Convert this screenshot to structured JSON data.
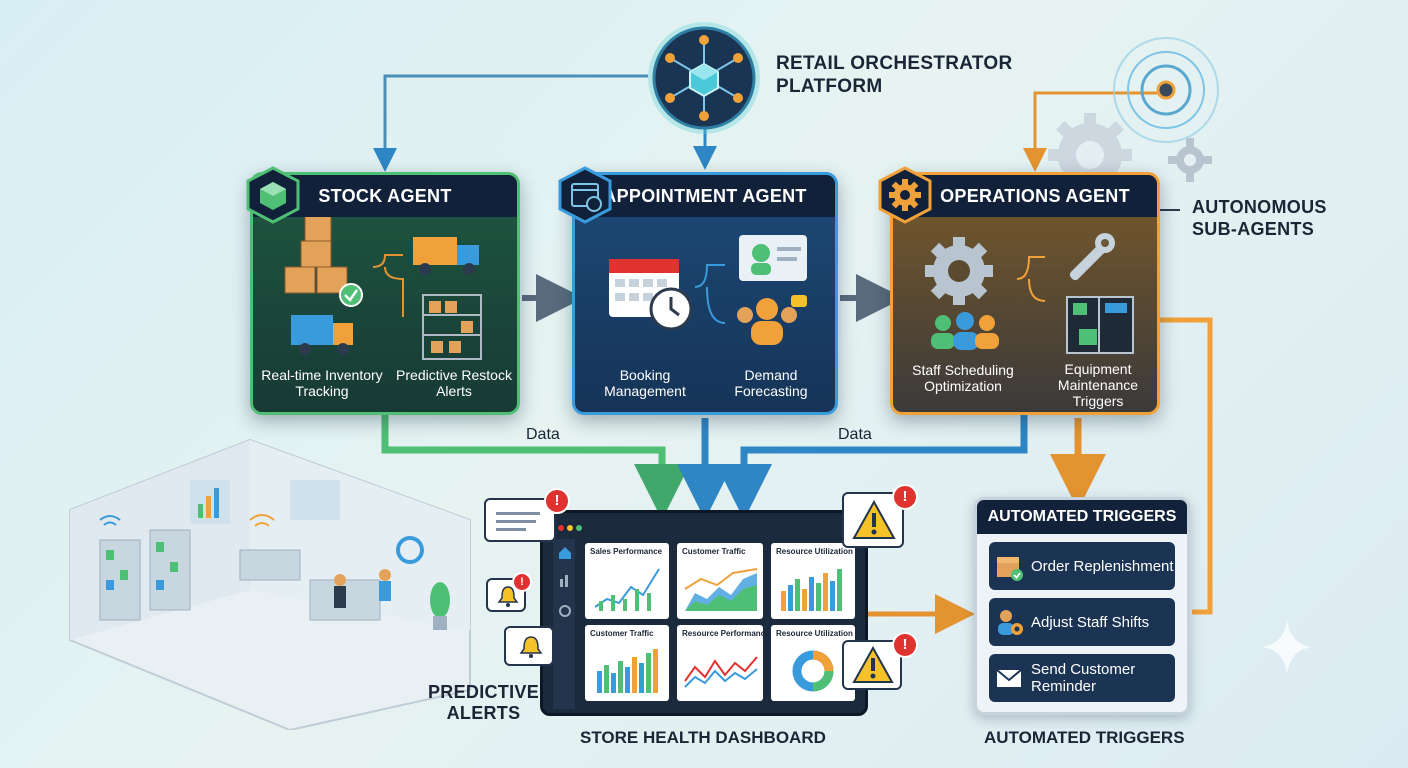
{
  "orchestrator": {
    "title_line1": "RETAIL ORCHESTRATOR",
    "title_line2": "PLATFORM"
  },
  "sub_agents_label": {
    "line1": "AUTONOMOUS",
    "line2": "SUB-AGENTS"
  },
  "agents": {
    "stock": {
      "title": "STOCK AGENT",
      "cap1": "Real-time Inventory Tracking",
      "cap2": "Predictive Restock Alerts",
      "color": "#4fbf75"
    },
    "appointment": {
      "title": "APPOINTMENT AGENT",
      "cap1": "Booking Management",
      "cap2": "Demand Forecasting",
      "color": "#3a9bdc"
    },
    "operations": {
      "title": "OPERATIONS AGENT",
      "cap1": "Staff Scheduling Optimization",
      "cap2": "Equipment Maintenance Triggers",
      "color": "#f0a13a"
    }
  },
  "flow_labels": {
    "left_data": "Data",
    "right_data": "Data"
  },
  "dashboard": {
    "label": "STORE HEALTH DASHBOARD",
    "cards": [
      "Sales Performance",
      "Customer Traffic",
      "Resource Utilization",
      "Customer Traffic",
      "Resource Performance",
      "Resource Utilization"
    ]
  },
  "predictive_alerts": {
    "line1": "PREDICTIVE",
    "line2": "ALERTS"
  },
  "triggers": {
    "header": "AUTOMATED TRIGGERS",
    "items": [
      "Order Replenishment",
      "Adjust Staff Shifts",
      "Send Customer Reminder"
    ],
    "footer": "AUTOMATED TRIGGERS"
  },
  "colors": {
    "navy": "#11213a",
    "green": "#4fbf75",
    "blue": "#3a9bdc",
    "orange": "#f0a13a",
    "alert_red": "#e0332f",
    "alert_yellow": "#f6c229"
  }
}
